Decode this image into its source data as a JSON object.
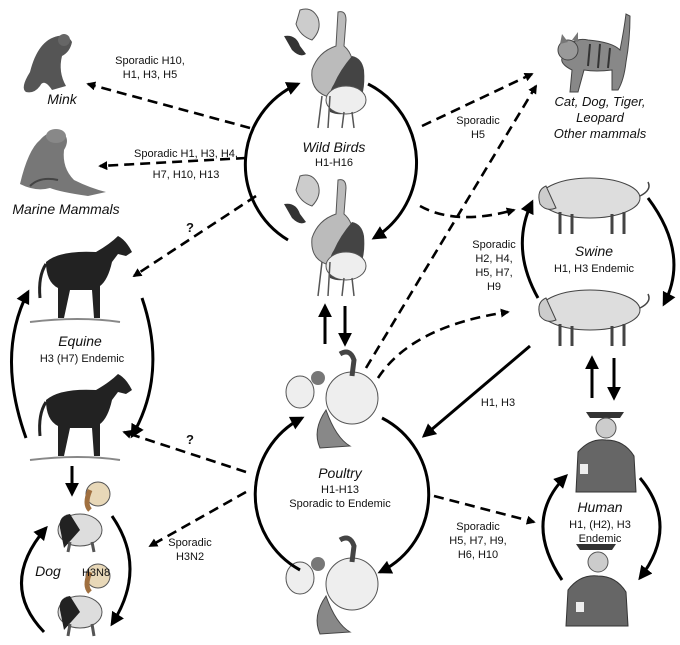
{
  "wild_birds": {
    "name": "Wild Birds",
    "subtypes": "H1-H16"
  },
  "poultry": {
    "name": "Poultry",
    "subtypes": "H1-H13",
    "status": "Sporadic to Endemic"
  },
  "swine": {
    "name": "Swine",
    "subtypes": "H1, H3 Endemic"
  },
  "equine": {
    "name": "Equine",
    "subtypes": "H3 (H7) Endemic"
  },
  "human": {
    "name": "Human",
    "subtypes": "H1, (H2), H3",
    "status": "Endemic"
  },
  "dog": {
    "name": "Dog",
    "subtypes": "H3N8"
  },
  "mink": {
    "name": "Mink"
  },
  "marine": {
    "name": "Marine Mammals"
  },
  "cats": {
    "line1": "Cat, Dog, Tiger,",
    "line2": "Leopard",
    "line3": "Other mammals"
  },
  "edges": {
    "mink": [
      "Sporadic H10,",
      "H1, H3, H5"
    ],
    "marine": [
      "Sporadic H1, H3, H4,",
      "H7, H10, H13"
    ],
    "equine_unknown": "?",
    "cats": [
      "Sporadic",
      "H5"
    ],
    "swine": [
      "Sporadic",
      "H2, H4,",
      "H5, H7,",
      "H9"
    ],
    "swine_poultry": "H1, H3",
    "poultry_equine_unknown": "?",
    "dog": [
      "Sporadic",
      "H3N2"
    ],
    "human": [
      "Sporadic",
      "H5, H7, H9,",
      "H6, H10"
    ]
  }
}
